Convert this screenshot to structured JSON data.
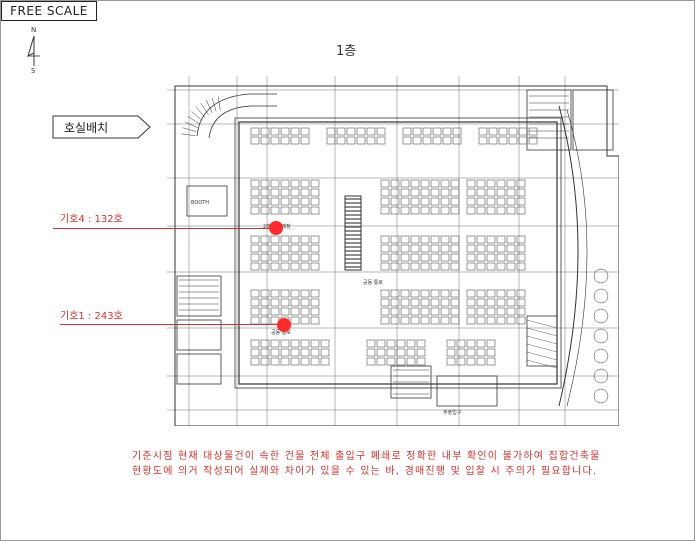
{
  "scale_label": "FREE SCALE",
  "compass": {
    "north": "N",
    "south": "S",
    "icon": "north-arrow-icon"
  },
  "floor_title": "1층",
  "room_tag": "호실배치",
  "markers": [
    {
      "label": "기호4 : 132호"
    },
    {
      "label": "기호1 : 243호"
    }
  ],
  "notice": "기준시점 현재 대상물건이 속한 건물 전체 출입구 폐쇄로 정확한 내부 확인이 불가하여 집합건축물 현황도에 의거 작성되어 실제와 차이가 있을 수 있는 바, 경매진행 및 입찰 시 주의가 필요합니다.",
  "colors": {
    "marker": "#ff2a2a",
    "marker_text": "#d9302a",
    "plan_line": "#333333"
  },
  "plan_labels": {
    "booth": "BOOTH",
    "esc_west": "2층 의류매장",
    "esc_center": "공동 통로",
    "esc_bottom": "공동 통로",
    "south_entry": "주출입구"
  }
}
